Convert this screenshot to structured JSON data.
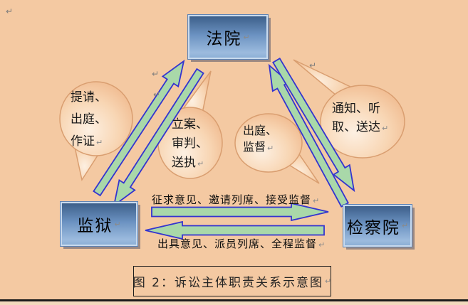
{
  "background_color": "#f4c9a2",
  "marks": {
    "return": "↵"
  },
  "nodes": {
    "court": {
      "label": "法院"
    },
    "prison": {
      "label": "监狱"
    },
    "procuratorate": {
      "label": "检察院"
    }
  },
  "bubbles": {
    "prison_to_court": {
      "lines": [
        "提请、",
        "出庭、",
        "作证"
      ]
    },
    "court_to_prison": {
      "lines": [
        "立案、",
        "审判、",
        "送执"
      ]
    },
    "procuratorate_to_court": {
      "lines": [
        "出庭、",
        "监督"
      ]
    },
    "court_to_procuratorate": {
      "lines": [
        "通知、听",
        "取、送达"
      ]
    }
  },
  "horizontal_arrows": {
    "prison_to_procuratorate_label": "征求意见、邀请列席、接受监督",
    "procuratorate_to_prison_label": "出具意见、派员列席、全程监督"
  },
  "caption": "图 2：诉讼主体职责关系示意图",
  "colors": {
    "arrow_fill": "#a9d8a9",
    "arrow_stroke": "#3434cf",
    "node_border": "#c8daee",
    "bubble_stroke": "#d99e70",
    "caption_text": "#242424"
  }
}
